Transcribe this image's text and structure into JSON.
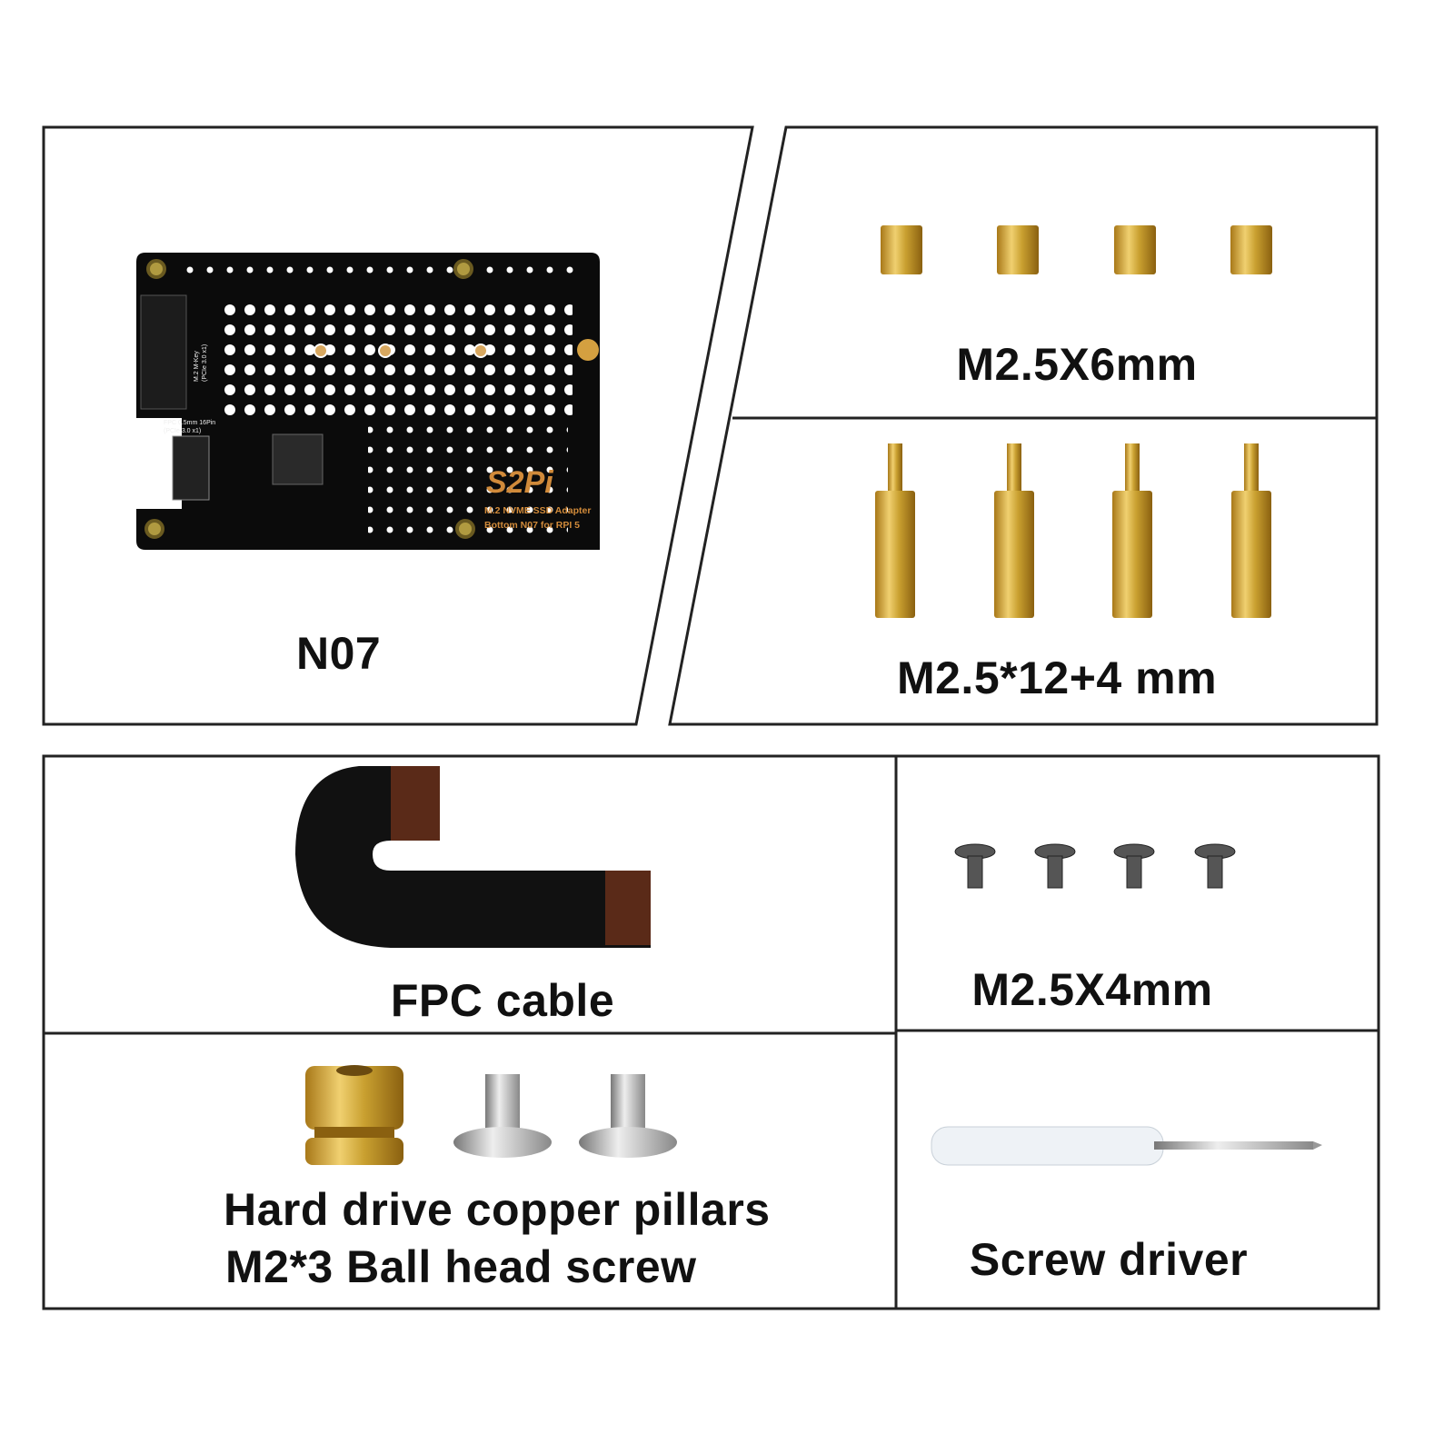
{
  "panels": {
    "board": {
      "label": "N07"
    },
    "short_standoffs": {
      "label": "M2.5X6mm"
    },
    "long_standoffs": {
      "label": "M2.5*12+4 mm"
    },
    "fpc_cable": {
      "label": "FPC cable"
    },
    "screws": {
      "label": "M2.5X4mm"
    },
    "pillars": {
      "line1": "Hard drive copper pillars",
      "line2": "M2*3 Ball head screw"
    },
    "screwdriver": {
      "label": "Screw driver"
    }
  },
  "pcb": {
    "brand": "S2Pi",
    "product_line1": "M.2 NVME SSD Adapter",
    "product_line2": "Bottom N07 for RPI 5",
    "fpc_text1": "FPC 0.5mm 16Pin",
    "fpc_text2": "(PCIe 3.0 x1)",
    "mkey_text1": "M.2 M-Key",
    "mkey_text2": "(PCIe 3.0 x1)"
  },
  "colors": {
    "brass": "#c9a030",
    "pcb": "#0b0b0b",
    "silk_gold": "#d08a3a"
  }
}
